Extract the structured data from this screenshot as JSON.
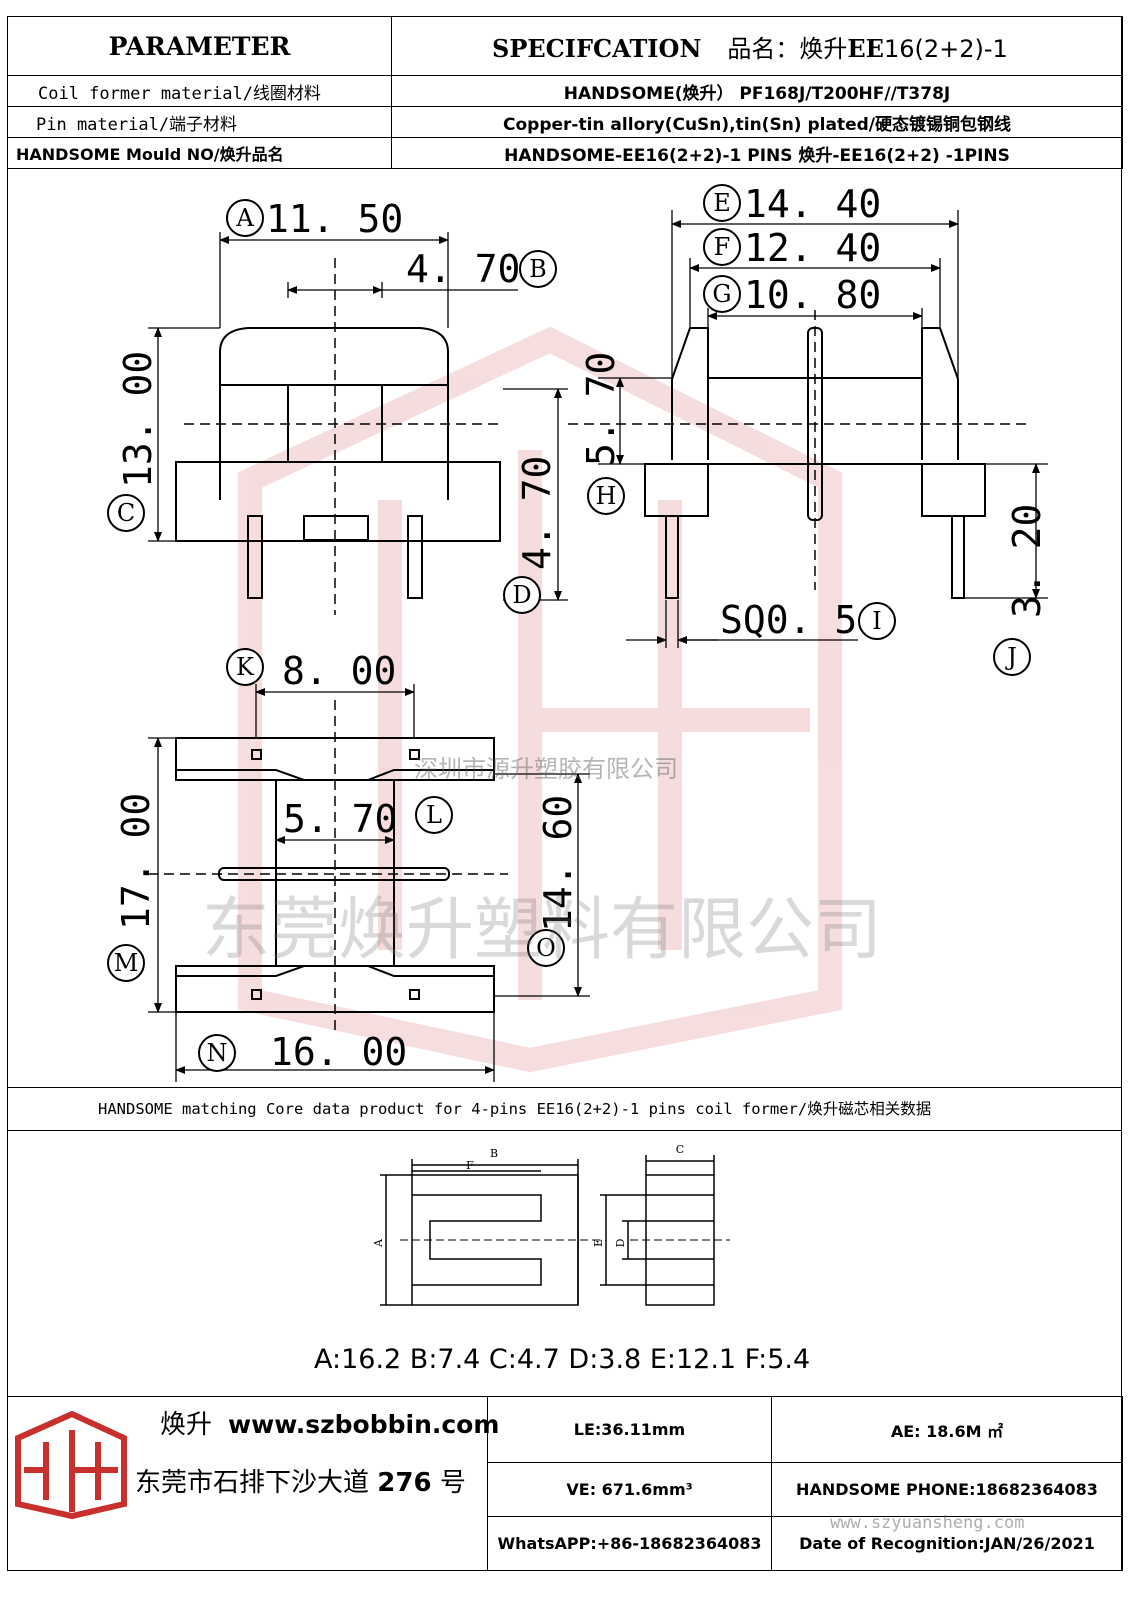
{
  "header": {
    "parameter_label": "PARAMETER",
    "spec_label": "SPECIFCATION",
    "product_name_prefix": "品名：焕升",
    "product_code_bold": "EE",
    "product_code_rest": "16(2+2)-1"
  },
  "rows": [
    {
      "label": "Coil former material/线圈材料",
      "value": "HANDSOME(焕升）  PF168J/T200HF//T378J"
    },
    {
      "label": "Pin material/端子材料",
      "value": "Copper-tin allory(CuSn),tin(Sn) plated/硬态镀锡铜包钢线"
    },
    {
      "label": "HANDSOME Mould NO/焕升品名",
      "value": "HANDSOME-EE16(2+2)-1 PINS    焕升-EE16(2+2) -1PINS"
    }
  ],
  "dimensions": {
    "A": {
      "mark": "A",
      "value": "11. 50"
    },
    "B": {
      "mark": "B",
      "value": "4. 70"
    },
    "C": {
      "mark": "C",
      "value": "13. 00"
    },
    "D": {
      "mark": "D",
      "value": "4. 70"
    },
    "E": {
      "mark": "E",
      "value": "14. 40"
    },
    "F": {
      "mark": "F",
      "value": "12. 40"
    },
    "G": {
      "mark": "G",
      "value": "10. 80"
    },
    "H": {
      "mark": "H",
      "value": "5. 70"
    },
    "I": {
      "mark": "I",
      "value": "SQ0. 5"
    },
    "J": {
      "mark": "J",
      "value": "3. 20"
    },
    "K": {
      "mark": "K",
      "value": "8. 00"
    },
    "L": {
      "mark": "L",
      "value": "5. 70"
    },
    "M": {
      "mark": "M",
      "value": "17. 00"
    },
    "N": {
      "mark": "N",
      "value": "16. 00"
    },
    "O": {
      "mark": "O",
      "value": "14. 60"
    }
  },
  "match_caption": "HANDSOME matching Core data  product for 4-pins EE16(2+2)-1 pins coil former/焕升磁芯相关数据",
  "core": {
    "labels": [
      "A",
      "B",
      "C",
      "D",
      "E",
      "F"
    ],
    "summary": "A:16.2 B:7.4 C:4.7 D:3.8 E:12.1 F:5.4"
  },
  "footer": {
    "brand": "焕升",
    "website": "www.szbobbin.com",
    "address_prefix": "东莞市石排下沙大道",
    "address_number": "276",
    "address_suffix": "号",
    "le": "LE:36.11mm",
    "ae": "AE: 18.6M ㎡",
    "ve": "VE: 671.6mm³",
    "phone": "HANDSOME PHONE:18682364083",
    "whatsapp": "WhatsAPP:+86-18682364083",
    "date": "Date of Recognition:JAN/26/2021"
  },
  "watermarks": {
    "small": "深圳市源升塑胶有限公司",
    "large": "东莞焕升塑料有限公司",
    "url": "www.szyuansheng.com"
  },
  "colors": {
    "logo_red": "#c8302e",
    "watermark": "#e8b8b8"
  }
}
